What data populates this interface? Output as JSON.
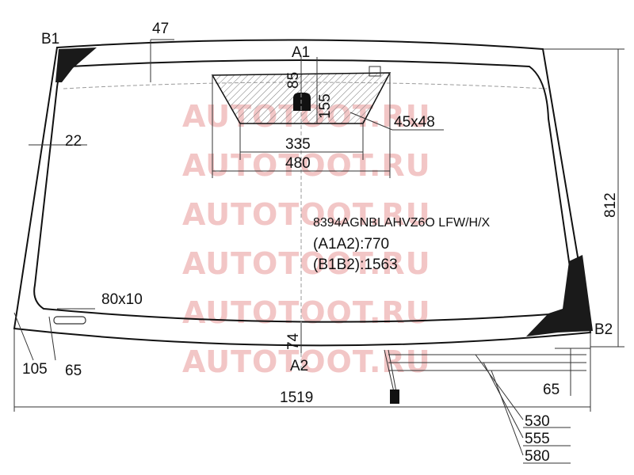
{
  "watermark": "AUTOTOOT.RU",
  "part_code": "8394AGNBLAHVZ6O LFW/H/X",
  "a1a2": "(A1A2):770",
  "b1b2": "(B1B2):1563",
  "points": {
    "a1": "A1",
    "a2": "A2",
    "b1": "B1",
    "b2": "B2"
  },
  "dimensions": {
    "d47": "47",
    "d22": "22",
    "d85": "85",
    "d155": "155",
    "d45x48": "45x48",
    "d335": "335",
    "d480": "480",
    "d812": "812",
    "d80x10": "80x10",
    "d74": "74",
    "d105": "105",
    "d65_left": "65",
    "d65_right": "65",
    "d1519": "1519",
    "d530": "530",
    "d555": "555",
    "d580": "580"
  }
}
